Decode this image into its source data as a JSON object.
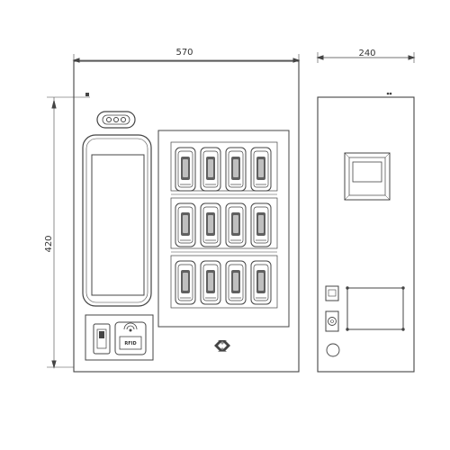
{
  "front_view": {
    "width_label": "570",
    "height_label": "420",
    "rfid_label": "RFID",
    "slot_rows": 3,
    "slot_cols": 4
  },
  "side_view": {
    "depth_label": "240"
  },
  "colors": {
    "line": "#444444",
    "fill": "#ffffff"
  }
}
